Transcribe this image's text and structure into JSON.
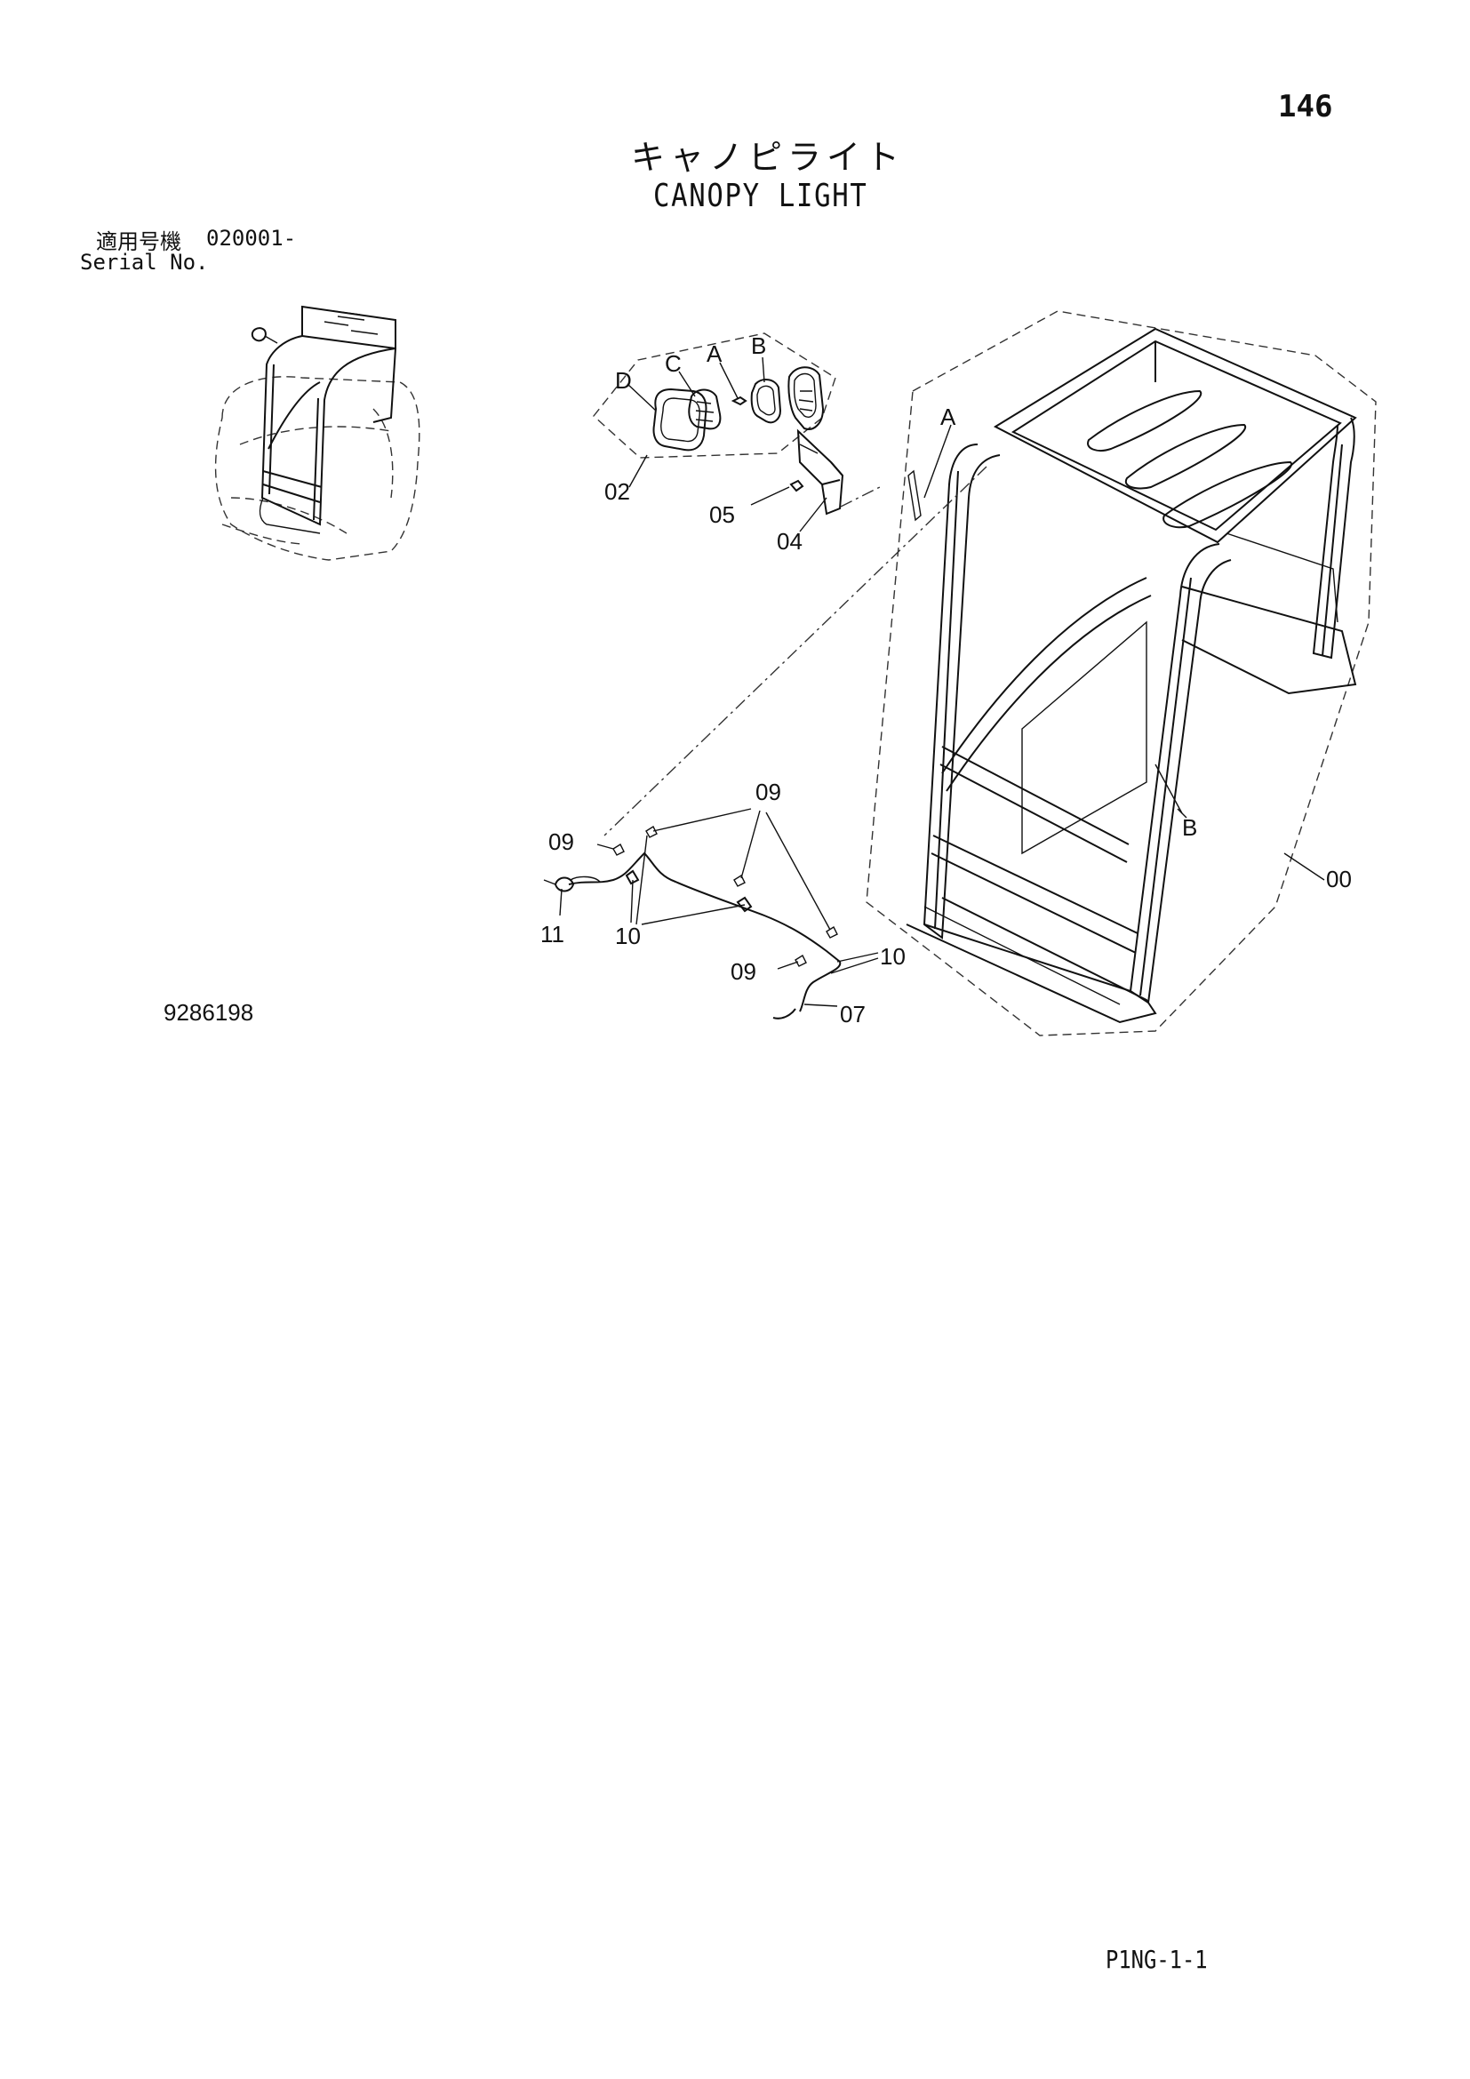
{
  "page_number": "146",
  "title_jp": "キャノピライト",
  "title_en": "CANOPY LIGHT",
  "serial": {
    "label_jp": "適用号機",
    "value": "020001-",
    "label_en": "Serial No."
  },
  "drawing_number": "9286198",
  "footer_code": "P1NG-1-1",
  "callouts": {
    "c00": "00",
    "c02": "02",
    "c04": "04",
    "c05": "05",
    "c07": "07",
    "c09a": "09",
    "c09b": "09",
    "c09c": "09",
    "c10a": "10",
    "c10b": "10",
    "c11": "11",
    "A1": "A",
    "B1": "B",
    "C": "C",
    "D": "D",
    "A2": "A",
    "B2": "B"
  },
  "icons": [
    "canopy-overview-icon",
    "canopy-frame-icon",
    "work-light-icon",
    "wire-harness-icon"
  ]
}
